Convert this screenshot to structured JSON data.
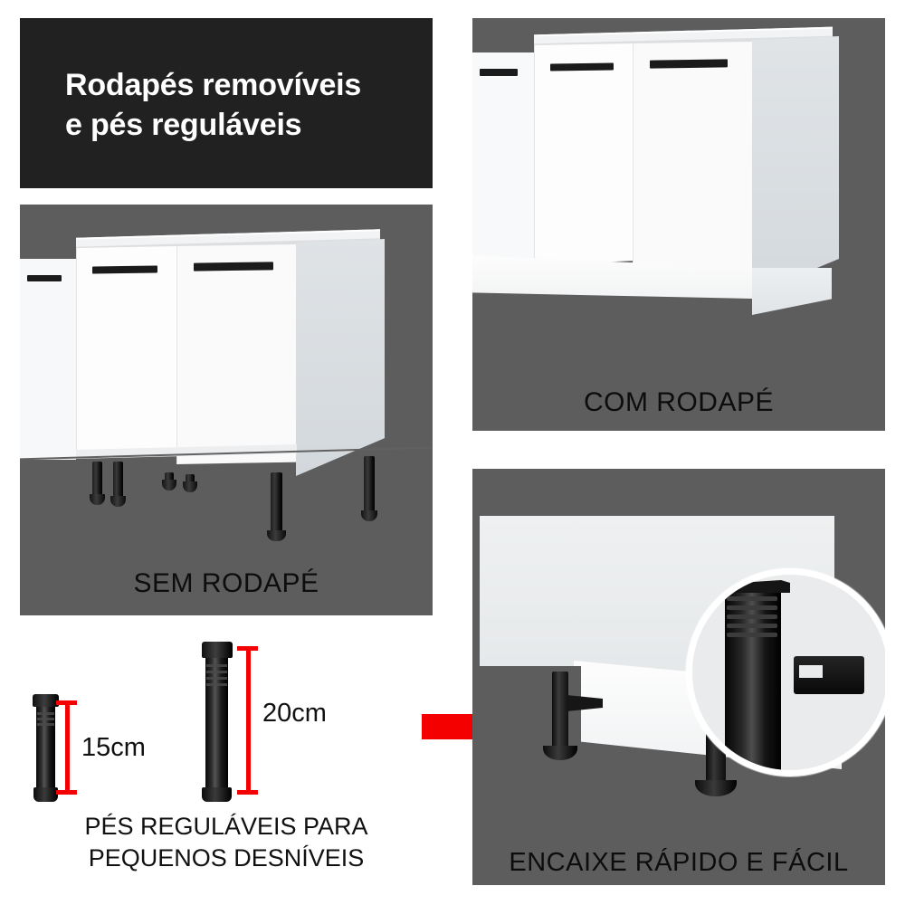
{
  "colors": {
    "title_panel_bg": "#212121",
    "title_text": "#ffffff",
    "scene_bg": "#5d5d5d",
    "page_bg": "#ffffff",
    "accent_red": "#f40000",
    "caption_text": "#0d0d0d",
    "cabinet_white": "#fdfdfd",
    "leg_black": "#111111"
  },
  "title": {
    "heading": "Rodapés removíveis\ne pés reguláveis"
  },
  "panels": {
    "sem_rodape": {
      "caption": "SEM RODAPÉ",
      "scene": "cabinet-on-adjustable-legs"
    },
    "com_rodape": {
      "caption": "COM RODAPÉ",
      "scene": "cabinet-with-plinth"
    },
    "encaixe": {
      "caption": "ENCAIXE RÁPIDO E FÁCIL",
      "scene": "plinth-clip-detail-with-magnifier"
    }
  },
  "legs_diagram": {
    "caption": "PÉS REGULÁVEIS PARA\nPEQUENOS DESNÍVEIS",
    "items": [
      {
        "name": "leg-small",
        "dimension_label": "15cm"
      },
      {
        "name": "leg-large",
        "dimension_label": "20cm"
      }
    ]
  },
  "arrow": {
    "name": "red-right-arrow",
    "direction": "right"
  }
}
